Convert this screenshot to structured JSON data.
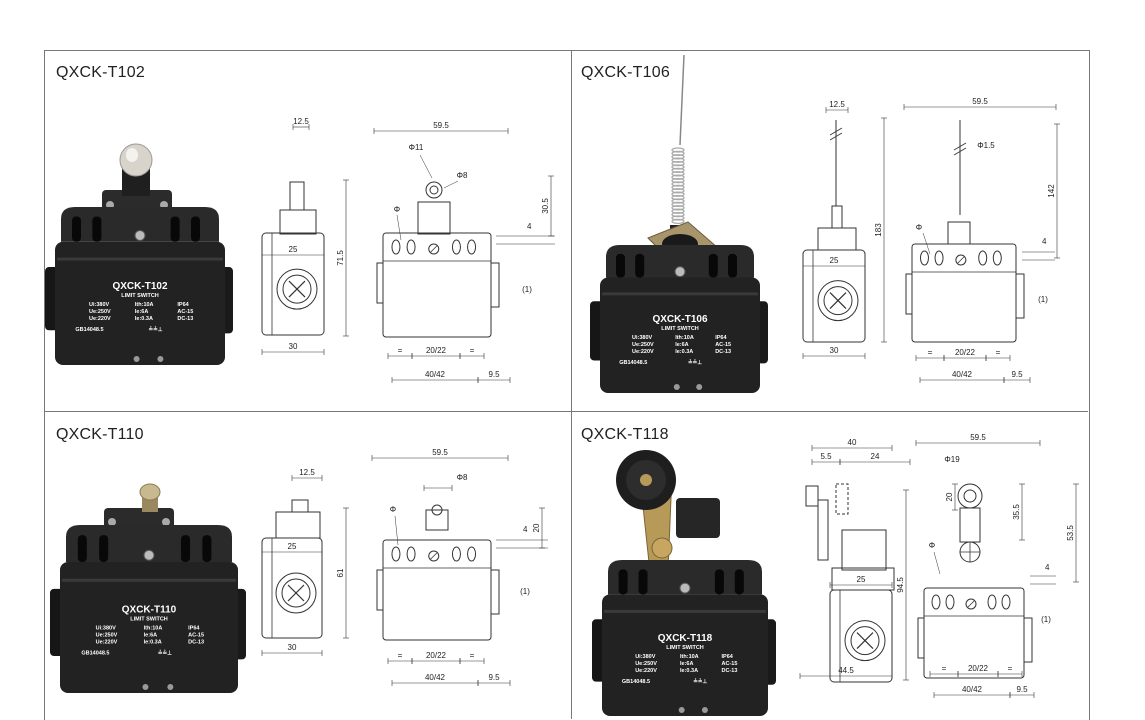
{
  "cells": [
    {
      "title": "QXCK-T102",
      "label": {
        "model": "QXCK-T102",
        "sub": "LIMIT SWITCH",
        "specs": [
          "Ui:380V",
          "Ith:10A",
          "IP64",
          "Ue:250V",
          "Ie:6A",
          "AC-15",
          "Ue:220V",
          "Ie:0.3A",
          "DC-13"
        ],
        "std": "GB14048.5"
      },
      "dims": [
        "12.5",
        "59.5",
        "Φ11",
        "Φ8",
        "Φ",
        "30.5",
        "4",
        "25",
        "71.5",
        "(1)",
        "30",
        "=",
        "20/22",
        "=",
        "40/42",
        "9.5"
      ]
    },
    {
      "title": "QXCK-T106",
      "label": {
        "model": "QXCK-T106",
        "sub": "LIMIT SWITCH",
        "specs": [
          "Ui:380V",
          "Ith:10A",
          "IP64",
          "Ue:250V",
          "Ie:6A",
          "AC-15",
          "Ue:220V",
          "Ie:0.3A",
          "DC-13"
        ],
        "std": "GB14048.5"
      },
      "dims": [
        "12.5",
        "59.5",
        "Φ1.5",
        "142",
        "183",
        "Φ",
        "4",
        "25",
        "(1)",
        "30",
        "=",
        "20/22",
        "=",
        "40/42",
        "9.5"
      ]
    },
    {
      "title": "QXCK-T110",
      "label": {
        "model": "QXCK-T110",
        "sub": "LIMIT SWITCH",
        "specs": [
          "Ui:380V",
          "Ith:10A",
          "IP64",
          "Ue:250V",
          "Ie:6A",
          "AC-15",
          "Ue:220V",
          "Ie:0.3A",
          "DC-13"
        ],
        "std": "GB14048.5"
      },
      "dims": [
        "12.5",
        "59.5",
        "Φ8",
        "Φ",
        "4",
        "20",
        "25",
        "61",
        "(1)",
        "30",
        "=",
        "20/22",
        "=",
        "40/42",
        "9.5"
      ]
    },
    {
      "title": "QXCK-T118",
      "label": {
        "model": "QXCK-T118",
        "sub": "LIMIT SWITCH",
        "specs": [
          "Ui:380V",
          "Ith:10A",
          "IP64",
          "Ue:250V",
          "Ie:6A",
          "AC-15",
          "Ue:220V",
          "Ie:0.3A",
          "DC-13"
        ],
        "std": "GB14048.5"
      },
      "dims": [
        "40",
        "5.5",
        "24",
        "59.5",
        "Φ19",
        "20",
        "35.5",
        "53.5",
        "Φ",
        "4",
        "25",
        "94.5",
        "(1)",
        "44.5",
        "=",
        "20/22",
        "=",
        "40/42",
        "9.5"
      ]
    }
  ]
}
